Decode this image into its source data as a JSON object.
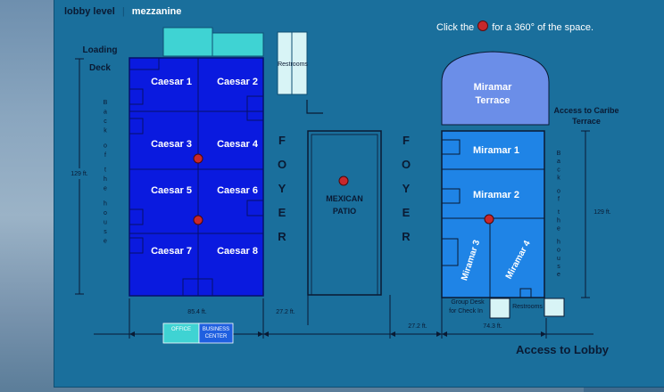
{
  "nav": {
    "lobby": "lobby level",
    "separator": "|",
    "mezzanine": "mezzanine"
  },
  "instruction": {
    "before": "Click the",
    "after": "for a 360° of the space."
  },
  "labels": {
    "loading_deck": [
      "Loading",
      "Deck"
    ],
    "back_of_house": "Back of the house",
    "restrooms": "Restrooms",
    "foyer": "FOYER",
    "mexican_patio": [
      "MEXICAN",
      "PATIO"
    ],
    "miramar_terrace": [
      "Miramar",
      "Terrace"
    ],
    "access_caribe": [
      "Access to Caribe",
      "Terrace"
    ],
    "office": "OFFICE",
    "business_center": [
      "BUSINESS",
      "CENTER"
    ],
    "group_desk": [
      "Group Desk",
      "for Check In"
    ],
    "access_lobby": "Access to Lobby"
  },
  "rooms": {
    "caesar": [
      "Caesar 1",
      "Caesar 2",
      "Caesar 3",
      "Caesar 4",
      "Caesar 5",
      "Caesar 6",
      "Caesar 7",
      "Caesar 8"
    ],
    "miramar": [
      "Miramar 1",
      "Miramar 2",
      "Miramar 3",
      "Miramar 4"
    ]
  },
  "dimensions": {
    "caesar_height": "129 ft.",
    "miramar_height": "129 ft.",
    "caesar_width": "85.4 ft.",
    "patio_left": "27.2 ft.",
    "patio_right": "27.2 ft.",
    "miramar_width": "74.3 ft."
  },
  "colors": {
    "caesar": "#0a1adf",
    "miramar": "#1f84e6",
    "terrace": "#6b8ee8",
    "panel": "#1a6f9c",
    "hotspot": "#c8282c"
  }
}
